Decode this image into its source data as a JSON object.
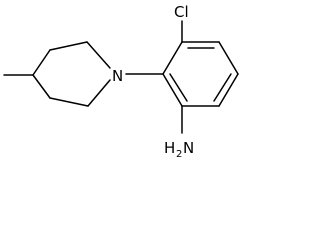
{
  "molecule": {
    "atoms": {
      "chlorine": "Cl",
      "nitrogen": "N",
      "amine_H": "H",
      "amine_sub": "2",
      "amine_N": "N"
    },
    "colors": {
      "bond": "#000000",
      "text": "#000000",
      "background": "#ffffff"
    }
  }
}
